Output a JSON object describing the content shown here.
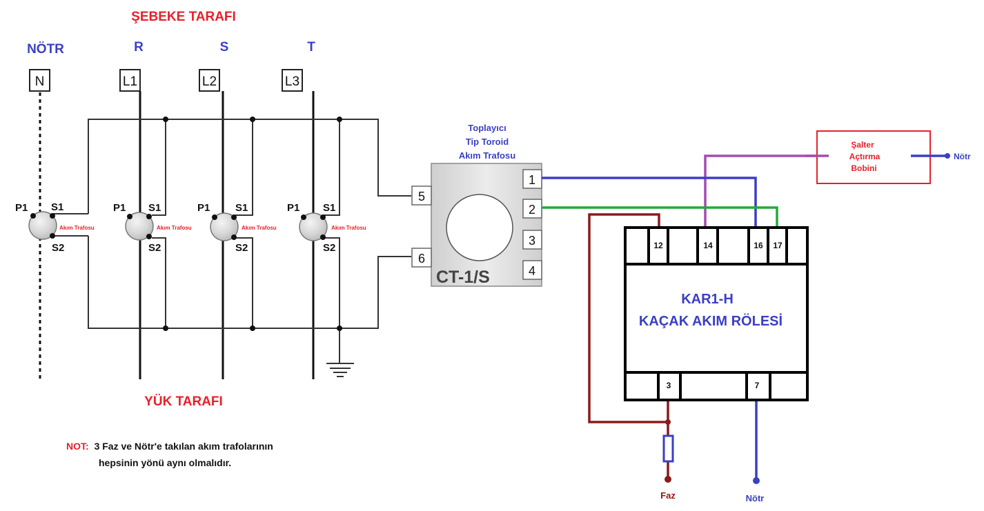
{
  "title": "ŞEBEKE TARAFI",
  "bottom_title": "YÜK TARAFI",
  "phases": [
    {
      "name": "NÖTR",
      "terminal": "N"
    },
    {
      "name": "R",
      "terminal": "L1"
    },
    {
      "name": "S",
      "terminal": "L2"
    },
    {
      "name": "T",
      "terminal": "L3"
    }
  ],
  "ct_labels": {
    "p1": "P1",
    "s1": "S1",
    "s2": "S2",
    "name": "Akım Trafosu"
  },
  "toroid": {
    "caption": [
      "Toplayıcı",
      "Tip Toroid",
      "Akım Trafosu"
    ],
    "model": "CT-1/S",
    "left_terminals": [
      "5",
      "6"
    ],
    "right_terminals": [
      "1",
      "2",
      "3",
      "4"
    ]
  },
  "breaker_coil": {
    "lines": [
      "Şalter",
      "Açtırma",
      "Bobini"
    ],
    "neutral_label": "Nötr"
  },
  "relay": {
    "model": "KAR1-H",
    "name": "KAÇAK AKIM RÖLESİ",
    "top_terminals": [
      "",
      "12",
      "",
      "14",
      "",
      "16",
      "17",
      ""
    ],
    "bottom_terminals": [
      "",
      "3",
      "",
      "7",
      ""
    ]
  },
  "supply": {
    "phase_label": "Faz",
    "neutral_label": "Nötr"
  },
  "note": {
    "prefix": "NOT:",
    "line1": "3 Faz ve Nötr'e takılan akım trafolarının",
    "line2": "hepsinin yönü aynı olmalıdır."
  },
  "colors": {
    "phase_wire": "#8b1a1a",
    "neutral_wire": "#3a3fc4",
    "ct1_wire": "#3a3fc4",
    "ct2_wire": "#22aa3a",
    "trip_wire": "#a24cb4",
    "coil_box": "#e8202a"
  }
}
